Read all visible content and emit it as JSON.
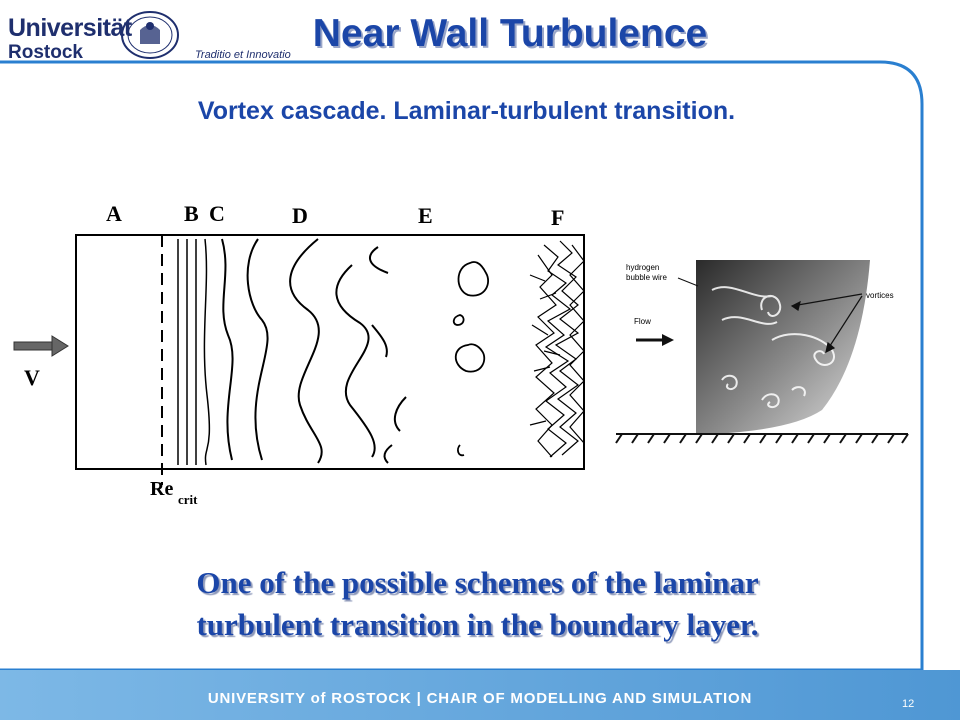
{
  "logo": {
    "line1": "Universität",
    "line2": "Rostock",
    "motto": "Traditio et Innovatio"
  },
  "slide": {
    "title": "Near Wall Turbulence",
    "subtitle": "Vortex cascade.  Laminar-turbulent transition.",
    "caption_line1": "One of the possible schemes of the laminar",
    "caption_line2": "turbulent transition in the boundary layer.",
    "page_number": "12"
  },
  "footer": {
    "text": "UNIVERSITY of ROSTOCK | CHAIR OF MODELLING AND SIMULATION"
  },
  "diagram": {
    "zone_labels": [
      "A",
      "B",
      "C",
      "D",
      "E",
      "F"
    ],
    "velocity_label": "V",
    "re_label": "Re",
    "re_subscript": "crit"
  },
  "photo": {
    "wire_label_1": "hydrogen",
    "wire_label_2": "bubble wire",
    "flow_label": "Flow",
    "vortices_label": "vortices"
  },
  "colors": {
    "brand_blue": "#1b46a8",
    "frame_blue": "#2a7fd0",
    "footer_blue": "#5a9fd8"
  }
}
